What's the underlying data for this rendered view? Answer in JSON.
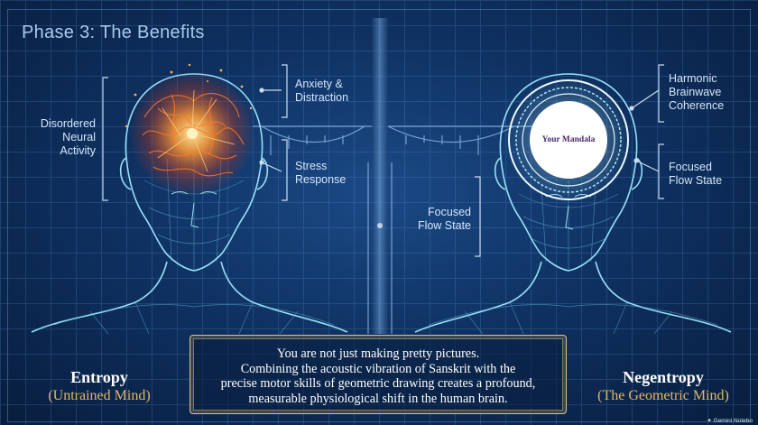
{
  "title": "Phase 3: The Benefits",
  "left": {
    "heading": "Entropy",
    "subheading": "(Untrained Mind)",
    "label_disordered": "Disordered Neural Activity",
    "label_anxiety": "Anxiety & Distraction",
    "label_stress": "Stress Response"
  },
  "right": {
    "heading": "Negentropy",
    "subheading": "(The Geometric Mind)",
    "label_harmonic": "Harmonic Brainwave Coherence",
    "label_focused_right": "Focused Flow State",
    "label_focused_center": "Focused Flow State",
    "mandala_label": "Your Mandala"
  },
  "box": {
    "line1": "You are not just making pretty pictures.",
    "line2": "Combining the acoustic vibration of Sanskrit with the",
    "line3": "precise motor skills of geometric drawing creates a profound,",
    "line4": "measurable physiological shift in the human brain."
  },
  "watermark": "Gemini Notebo",
  "colors": {
    "accent_gold": "#e2b867",
    "glow_cyan": "#8fe3ff",
    "chaos_orange": "#ff8a2a"
  }
}
